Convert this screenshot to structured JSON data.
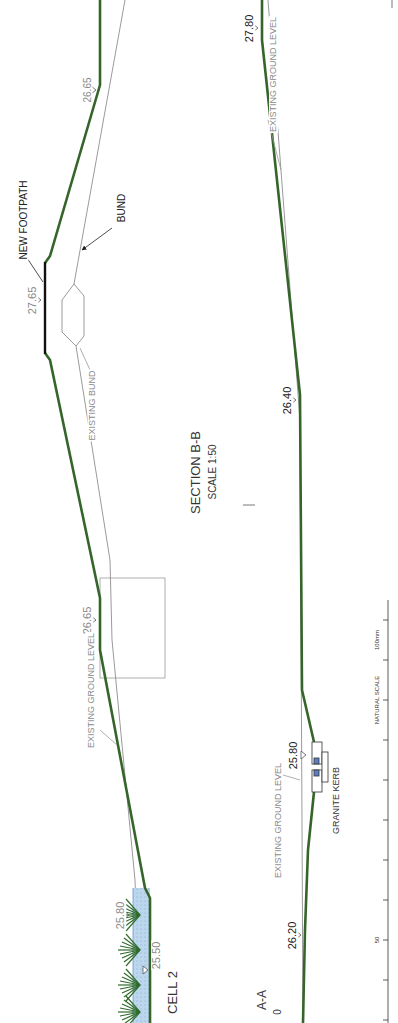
{
  "diagram": {
    "labels": [
      "26.65",
      "BUND",
      "NEW FOOTPATH",
      "27.65",
      "EXISTING BUND",
      "SECTION B-B",
      "SCALE 1:50",
      "26.65",
      "EXISTING GROUND LEVEL",
      "25.80",
      "25.50",
      "CELL 2",
      "27.80",
      "EXISTING GROUND LEVEL",
      "26.40",
      "25.80",
      "GRANITE KERB",
      "EXISTING GROUND LEVEL",
      "26.20",
      "A-A",
      "0",
      "100mm",
      "NATURAL SCALE",
      "50"
    ]
  }
}
